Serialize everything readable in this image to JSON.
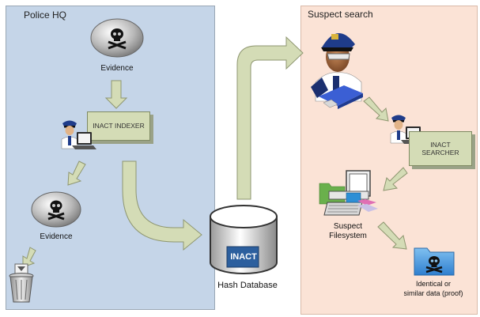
{
  "panels": {
    "left_title": "Police HQ",
    "right_title": "Suspect search"
  },
  "labels": {
    "evidence_top": "Evidence",
    "indexer": "INACT INDEXER",
    "evidence_bottom": "Evidence",
    "hash_database": "Hash Database",
    "database_logo": "INACT",
    "searcher_line1": "INACT",
    "searcher_line2": "SEARCHER",
    "suspect_line1": "Suspect",
    "suspect_line2": "Filesystem",
    "result_line1": "Identical or",
    "result_line2": "similar data (proof)"
  },
  "colors": {
    "left_panel": "#c5d5e8",
    "right_panel": "#fbe3d6",
    "arrow_fill": "#d4dcb6",
    "process_box": "#d4dcb6"
  }
}
